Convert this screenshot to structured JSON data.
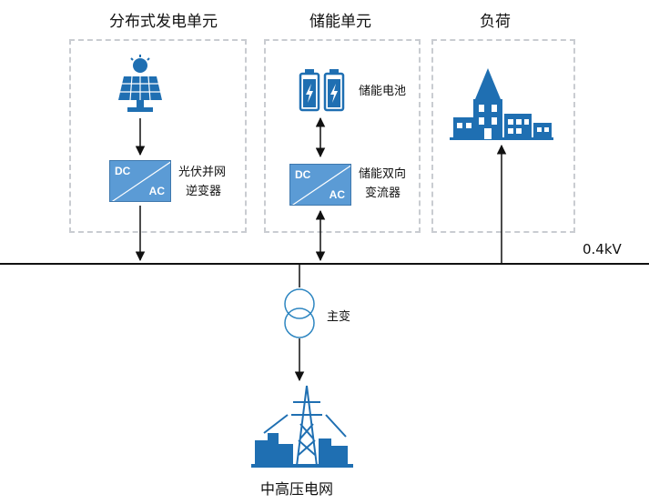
{
  "units": {
    "pv": {
      "title": "分布式发电单元",
      "inverter_label_line1": "光伏并网",
      "inverter_label_line2": "逆变器"
    },
    "storage": {
      "title": "储能单元",
      "battery_label": "储能电池",
      "converter_label_line1": "储能双向",
      "converter_label_line2": "变流器"
    },
    "load": {
      "title": "负荷"
    }
  },
  "converter": {
    "dc": "DC",
    "ac": "AC"
  },
  "bus": {
    "voltage": "0.4kV"
  },
  "transformer": {
    "label": "主变"
  },
  "grid": {
    "label": "中高压电网"
  },
  "colors": {
    "icon_blue": "#1f6fb2",
    "converter_fill": "#5b9bd5",
    "box_border": "#c9ccd1"
  }
}
